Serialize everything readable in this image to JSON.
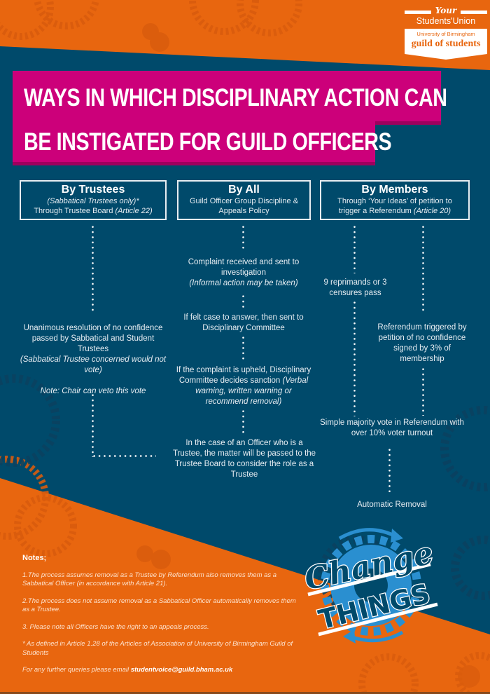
{
  "logo": {
    "your": "Your",
    "students_union": "Students'Union",
    "university": "University of Birmingham",
    "guild": "guild of students"
  },
  "title": {
    "line1": "WAYS IN WHICH DISCIPLINARY ACTION CAN",
    "line2": "BE INSTIGATED FOR GUILD OFFICERS"
  },
  "colors": {
    "orange": "#e8660f",
    "navy": "#004a6b",
    "magenta": "#cc007a",
    "light_blue": "#2a8fd0"
  },
  "columns": [
    {
      "heading": "By Trustees",
      "sub_italic": "(Sabbatical Trustees only)*",
      "sub": "Through Trustee Board ",
      "sub_ref": "(Article 22)",
      "steps": [
        {
          "text": "Unanimous resolution of no confidence passed by Sabbatical and Student Trustees",
          "italic": "(Sabbatical Trustee concerned would not vote)",
          "note": "Note: Chair can veto this vote"
        }
      ]
    },
    {
      "heading": "By All",
      "sub": "Guild Officer Group Discipline & Appeals Policy",
      "steps": [
        {
          "text": "Complaint received and sent to investigation",
          "italic": "(Informal action may be taken)"
        },
        {
          "text": "If felt case to answer, then sent to Disciplinary Committee"
        },
        {
          "text": "If the complaint is upheld, Disciplinary Committee decides sanction ",
          "italic": "(Verbal warning, written warning or recommend removal)"
        },
        {
          "text": "In the case of an Officer who is a Trustee, the matter will be passed to the Trustee Board to consider the role as a Trustee"
        }
      ]
    },
    {
      "heading": "By Members",
      "sub": "Through ‘Your Ideas’ of petition to trigger a Referendum ",
      "sub_ref": "(Article 20)",
      "steps": [
        {
          "text": "9 reprimands or 3 censures pass"
        },
        {
          "text": "Referendum triggered by petition of no confidence signed by 3% of membership"
        },
        {
          "text": "Simple majority vote in Referendum with over 10% voter turnout"
        },
        {
          "text": "Automatic Removal"
        }
      ]
    }
  ],
  "notes": {
    "title": "Notes;",
    "items": [
      "1.The process assumes removal as a Trustee by Referendum also removes them as a Sabbatical Officer (in accordance with Article 21).",
      "2.The process does not assume removal as a Sabbatical Officer automatically removes them as a Trustee.",
      "3. Please note all Officers have the right to an appeals process.",
      "* As defined in Article 1.28 of the Articles of Association of University of Birmingham Guild of Students"
    ],
    "contact_prefix": "For any further queries please email ",
    "contact_email": "studentvoice@guild.bham.ac.uk"
  },
  "badge": {
    "line1": "Change",
    "line2": "THINGS"
  }
}
